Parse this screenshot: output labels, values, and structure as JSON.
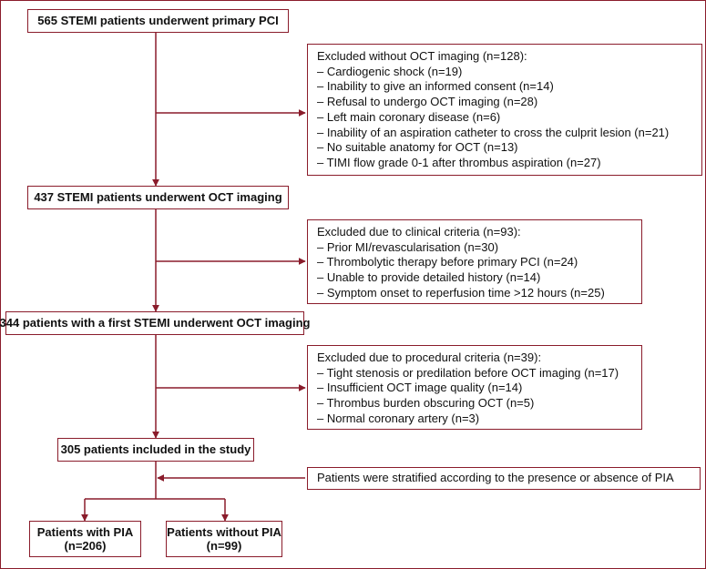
{
  "flow": {
    "step1": {
      "label": "565 STEMI patients underwent primary PCI"
    },
    "excl1": {
      "header": "Excluded without OCT imaging (n=128):",
      "items": [
        "Cardiogenic shock (n=19)",
        "Inability to give an informed consent (n=14)",
        "Refusal to undergo OCT imaging (n=28)",
        "Left main coronary disease (n=6)",
        "Inability of an aspiration catheter to cross the culprit lesion (n=21)",
        "No suitable anatomy for OCT (n=13)",
        "TIMI flow grade 0-1 after thrombus aspiration (n=27)"
      ]
    },
    "step2": {
      "label": "437 STEMI patients underwent OCT imaging"
    },
    "excl2": {
      "header": "Excluded due to clinical criteria (n=93):",
      "items": [
        "Prior MI/revascularisation (n=30)",
        "Thrombolytic therapy before primary PCI (n=24)",
        "Unable to provide detailed history (n=14)",
        "Symptom onset to reperfusion time >12 hours (n=25)"
      ]
    },
    "step3": {
      "label": "344 patients with a first STEMI underwent OCT imaging"
    },
    "excl3": {
      "header": "Excluded due to procedural criteria (n=39):",
      "items": [
        "Tight stenosis or predilation before OCT imaging (n=17)",
        "Insufficient OCT image quality (n=14)",
        "Thrombus burden obscuring OCT (n=5)",
        "Normal coronary artery (n=3)"
      ]
    },
    "step4": {
      "label": "305 patients included in the study"
    },
    "stratify": {
      "label": "Patients were stratified according to the presence or absence of PIA"
    },
    "group_pia": {
      "line1": "Patients with PIA",
      "line2": "(n=206)"
    },
    "group_no_pia": {
      "line1": "Patients without PIA",
      "line2": "(n=99)"
    }
  },
  "colors": {
    "border": "#8a1c2b",
    "arrow": "#8a1c2b",
    "text": "#111111"
  }
}
